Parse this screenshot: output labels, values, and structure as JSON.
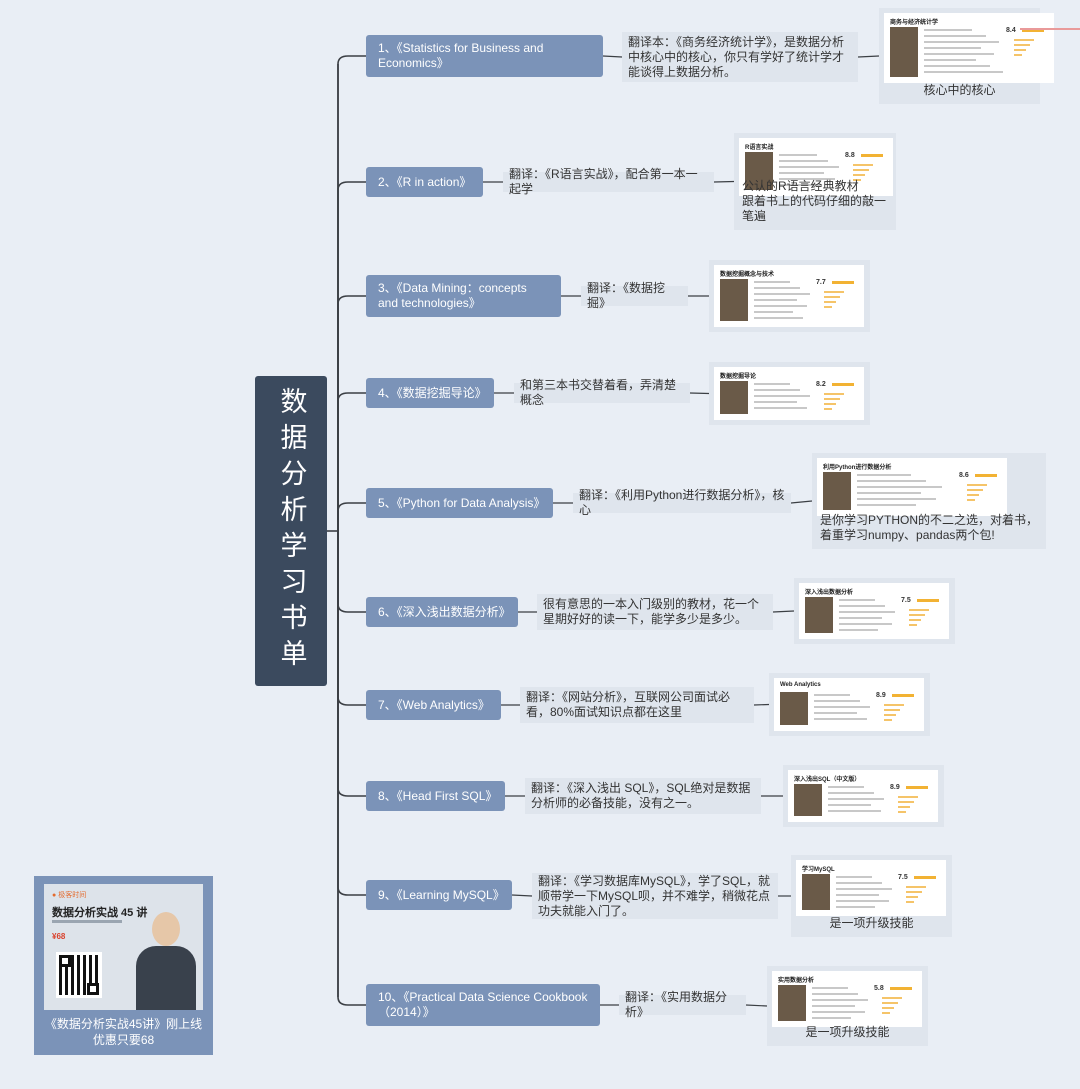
{
  "root": {
    "title": "数据分析学习书单"
  },
  "books": [
    {
      "label": "1、《Statistics for Business and Economics》",
      "note": "翻译本：《商务经济统计学》，是数据分析中核心中的核心，你只有学好了统计学才能谈得上数据分析。",
      "card": {
        "thumb_title": "商务与经济统计学",
        "score": "8.4",
        "caption": "核心中的核心"
      }
    },
    {
      "label": "2、《R in action》",
      "note": "翻译：《R语言实战》，配合第一本一起学",
      "card": {
        "thumb_title": "R语言实战",
        "score": "8.8",
        "caption": "公认的R语言经典教材\n跟着书上的代码仔细的敲一笔遍"
      }
    },
    {
      "label": "3、《Data Mining：concepts and technologies》",
      "note": "翻译：《数据挖掘》",
      "card": {
        "thumb_title": "数据挖掘概念与技术",
        "score": "7.7",
        "caption": ""
      }
    },
    {
      "label": "4、《数据挖掘导论》",
      "note": "和第三本书交替着看，弄清楚概念",
      "card": {
        "thumb_title": "数据挖掘导论",
        "score": "8.2",
        "caption": ""
      }
    },
    {
      "label": "5、《Python for Data Analysis》",
      "note": "翻译：《利用Python进行数据分析》，核心",
      "card": {
        "thumb_title": "利用Python进行数据分析",
        "score": "8.6",
        "caption": "是你学习PYTHON的不二之选，对着书，着重学习numpy、pandas两个包!"
      }
    },
    {
      "label": "6、《深入浅出数据分析》",
      "note": "很有意思的一本入门级别的教材，花一个星期好好的读一下，能学多少是多少。",
      "card": {
        "thumb_title": "深入浅出数据分析",
        "score": "7.5",
        "caption": ""
      }
    },
    {
      "label": "7、《Web Analytics》",
      "note": "翻译：《网站分析》，互联网公司面试必看，80%面试知识点都在这里",
      "card": {
        "thumb_title": "Web Analytics",
        "score": "8.9",
        "caption": ""
      }
    },
    {
      "label": "8、《Head First SQL》",
      "note": "翻译：《深入浅出 SQL》，SQL绝对是数据分析师的必备技能，没有之一。",
      "card": {
        "thumb_title": "深入浅出SQL（中文版）",
        "score": "8.9",
        "caption": ""
      }
    },
    {
      "label": "9、《Learning MySQL》",
      "note": "翻译：《学习数据库MySQL》，学了SQL，就顺带学一下MySQL呗，并不难学，稍微花点功夫就能入门了。",
      "card": {
        "thumb_title": "学习MySQL",
        "score": "7.5",
        "caption": "是一项升级技能"
      }
    },
    {
      "label": "10、《Practical Data Science Cookbook（2014）》",
      "note": "翻译：《实用数据分析》",
      "card": {
        "thumb_title": "实用数据分析",
        "score": "5.8",
        "caption": "是一项升级技能"
      }
    }
  ],
  "promo": {
    "brand": "极客时间",
    "title": "数据分析实战 45 讲",
    "price": "¥68",
    "caption": "《数据分析实战45讲》刚上线\n优惠只要68"
  },
  "colors": {
    "node": "#7b93b8",
    "root": "#3b4a5e",
    "note": "#dfe5ed",
    "line": "#3b3f44"
  }
}
